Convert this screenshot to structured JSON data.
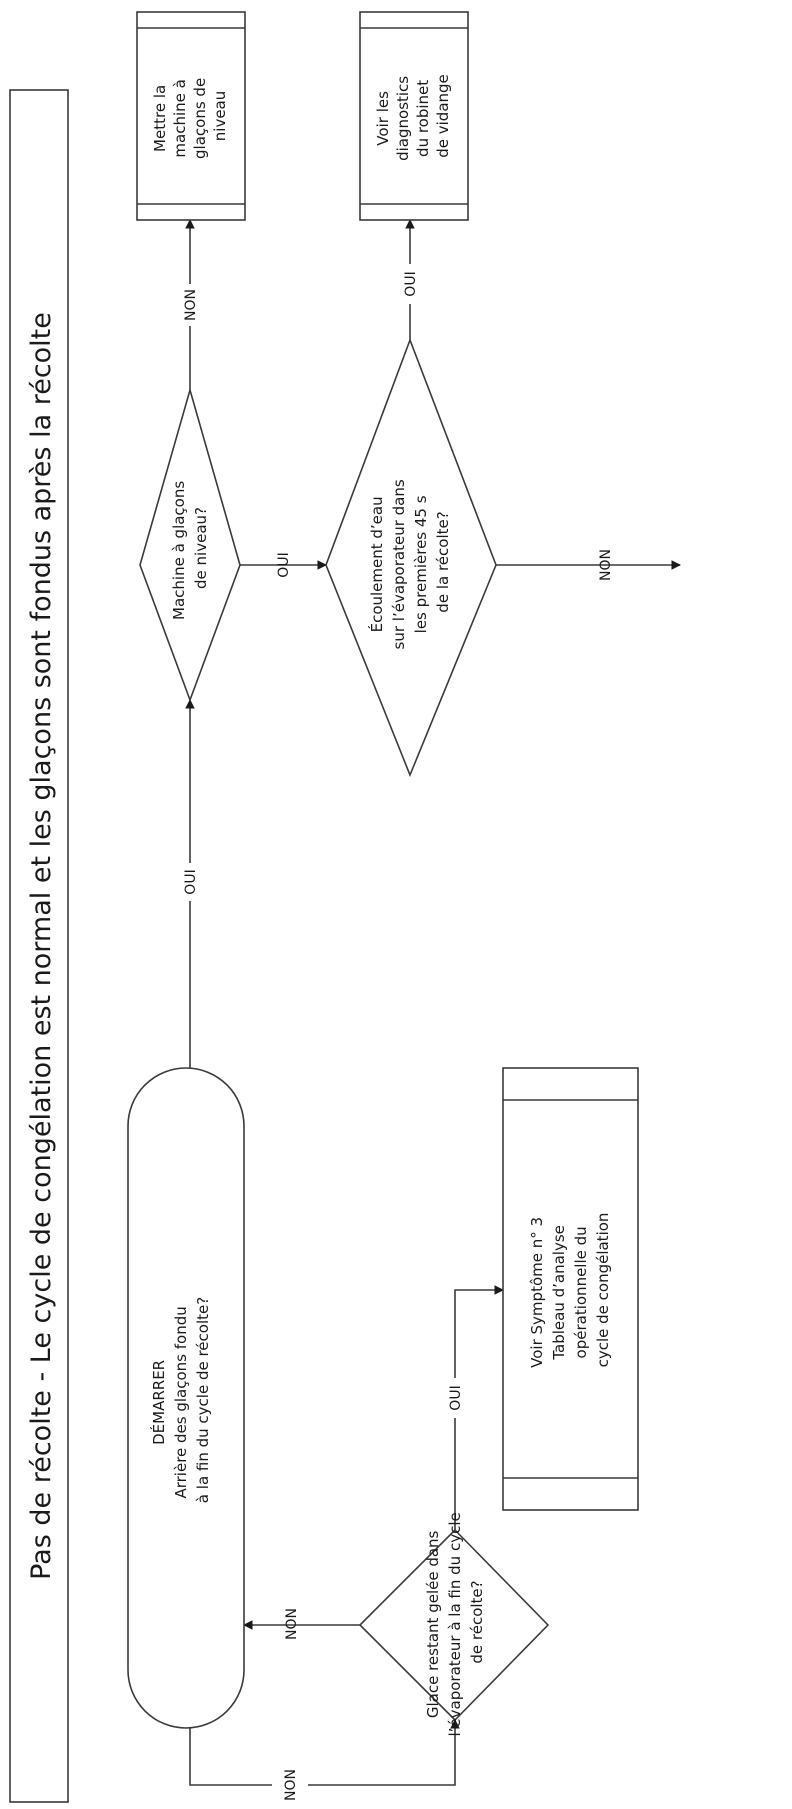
{
  "title": "Pas de récolte - Le cycle de congélation est normal et les glaçons sont fondus après la récolte",
  "nodes": {
    "start": [
      "DÉMARRER",
      "Arrière des glaçons fondu",
      "à la fin du cycle de récolte?"
    ],
    "ice_remaining": [
      "Glace restant gelée dans",
      "l’évaporateur à la fin du cycle",
      "de récolte?"
    ],
    "symptom3": [
      "Voir Symptôme n° 3",
      "Tableau d’analyse",
      "opérationnelle du",
      "cycle de congélation"
    ],
    "level_check": [
      "Machine à glaçons",
      "de niveau?"
    ],
    "level_action": [
      "Mettre la",
      "machine à",
      "glaçons de",
      "niveau"
    ],
    "water_flow": [
      "Écoulement d’eau",
      "sur l’évaporateur dans",
      "les premières 45 s",
      "de la récolte?"
    ],
    "drain_valve": [
      "Voir les",
      "diagnostics",
      "du robinet",
      "de vidange"
    ]
  },
  "edges": {
    "start_no": "NON",
    "start_yes": "OUI",
    "ice_no": "NON",
    "ice_yes": "OUI",
    "level_no": "NON",
    "level_yes": "OUI",
    "water_yes": "OUI",
    "water_no": "NON"
  }
}
